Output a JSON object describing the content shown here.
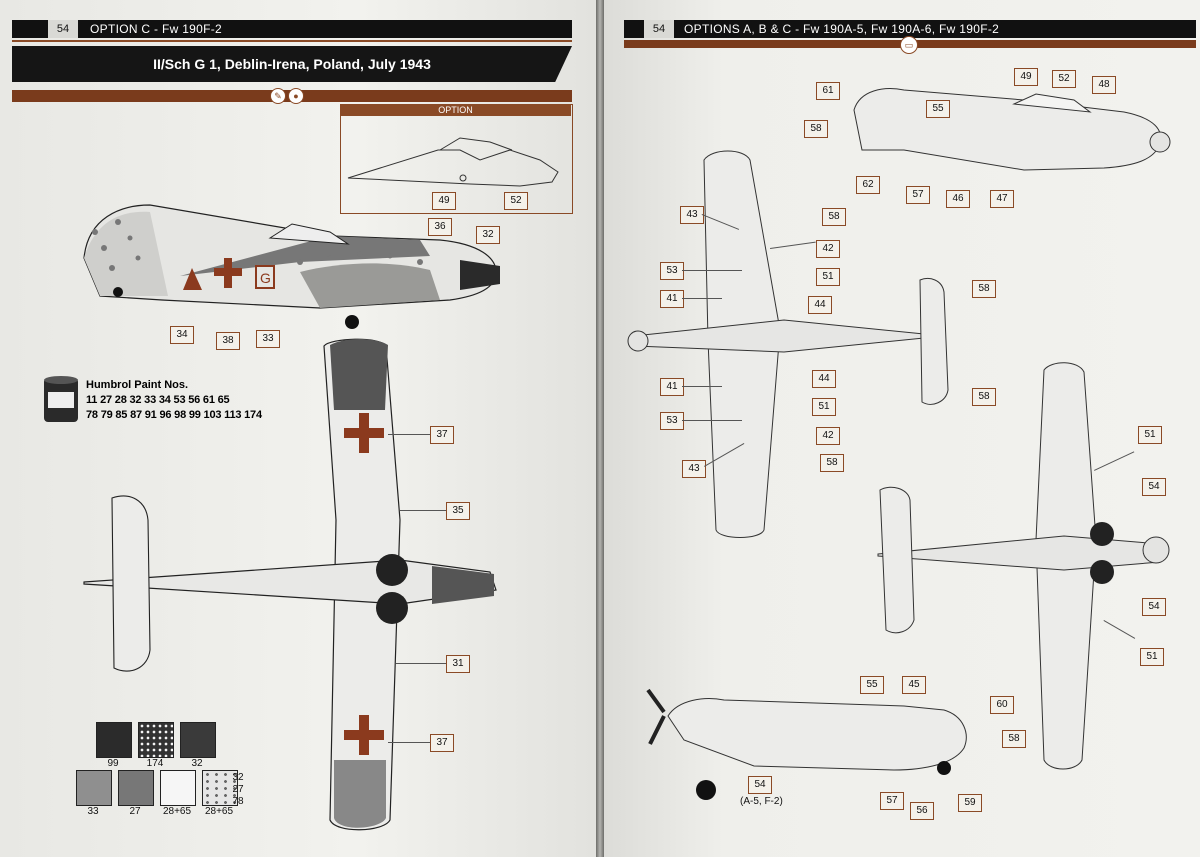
{
  "left_page": {
    "page_number": "54",
    "header_title": "OPTION C - Fw 190F-2",
    "banner_title": "II/Sch G 1, Deblin-Irena, Poland, July 1943",
    "option_box_label": "OPTION",
    "paint": {
      "title": "Humbrol Paint Nos.",
      "line1": "11 27 28 32 33 34 53 56 61 65",
      "line2": "78 79 85 87 91 96 98 99 103 113 174"
    },
    "swatches": [
      {
        "label": "99",
        "color": "#2b2b2b"
      },
      {
        "label": "174",
        "color": "#bdbdbd"
      },
      {
        "label": "32",
        "color": "#3a3a3a"
      },
      {
        "label": "33",
        "color": "#8f8f8f"
      },
      {
        "label": "27",
        "color": "#777777"
      },
      {
        "label": "28+65",
        "color": "#f6f6f6"
      },
      {
        "label": "28+65",
        "color": "#dcdcdc"
      }
    ],
    "legend_stack": [
      "32",
      "27",
      "78"
    ],
    "tags": [
      "49",
      "52",
      "36",
      "32",
      "34",
      "38",
      "33",
      "37",
      "35",
      "31",
      "37"
    ]
  },
  "right_page": {
    "page_number": "54",
    "header_title": "OPTIONS A, B & C - Fw 190A-5, Fw 190A-6, Fw 190F-2",
    "subvariant_note": "(A-5, F-2)",
    "tags": [
      "61",
      "55",
      "49",
      "52",
      "48",
      "58",
      "62",
      "57",
      "46",
      "47",
      "43",
      "58",
      "42",
      "53",
      "51",
      "41",
      "44",
      "58",
      "58",
      "41",
      "44",
      "53",
      "51",
      "42",
      "43",
      "58",
      "51",
      "54",
      "54",
      "51",
      "55",
      "45",
      "60",
      "58",
      "54",
      "57",
      "56",
      "59"
    ]
  },
  "colors": {
    "accent_brown": "#8a4a26",
    "header_black": "#111111",
    "cross_brown": "#8b3a1e"
  }
}
